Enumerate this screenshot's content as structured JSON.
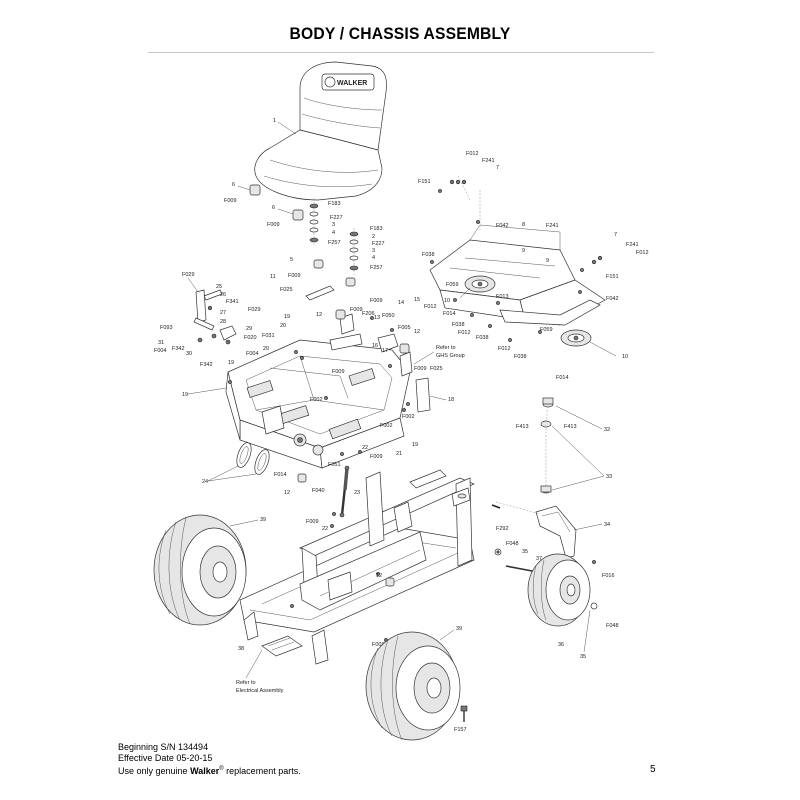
{
  "header": {
    "title": "BODY / CHASSIS ASSEMBLY"
  },
  "seat": {
    "logo_text": "WALKER"
  },
  "callouts": {
    "c1": "1",
    "c6a": "6",
    "f009a": "F009",
    "c6b": "6",
    "f009b": "F009",
    "f183a": "F183",
    "f227a": "F227",
    "c3a": "3",
    "c4a": "4",
    "f257a": "F257",
    "f183b": "F183",
    "c2b": "2",
    "f227b": "F227",
    "c3b": "3",
    "c4b": "4",
    "f257b": "F257",
    "c5": "5",
    "c11": "11",
    "f009c": "F009",
    "f025a": "F025",
    "f009d": "F009",
    "f012a": "F012",
    "f241a": "F241",
    "c7a": "7",
    "f151a": "F151",
    "f042a": "F042",
    "c8": "8",
    "f241b": "F241",
    "f038a": "F038",
    "c9a": "9",
    "c9b": "9",
    "c7b": "7",
    "f241c": "F241",
    "f012b": "F012",
    "f151b": "F151",
    "f042b": "F042",
    "f059a": "F059",
    "c10a": "10",
    "f012c": "F012",
    "f013": "F013",
    "f014a": "F014",
    "f038b": "F038",
    "f012d": "F012",
    "f038c": "F038",
    "f059b": "F059",
    "f012e": "F012",
    "f038d": "F038",
    "c10b": "10",
    "f014b": "F014",
    "f029a": "F029",
    "c25": "25",
    "c26": "26",
    "f341": "F341",
    "c27": "27",
    "c28": "28",
    "f093": "F093",
    "c31": "31",
    "f004a": "F004",
    "f342a": "F342",
    "c30": "30",
    "f029b": "F029",
    "c29": "29",
    "f020": "F020",
    "f004b": "F004",
    "f342b": "F342",
    "f031": "F031",
    "c19a": "19",
    "c20a": "20",
    "c20b": "20",
    "c19b": "19",
    "c19c": "19",
    "c12a": "12",
    "f009e": "F009",
    "f206": "F206",
    "c13": "13",
    "f050": "F050",
    "c14": "14",
    "c15": "15",
    "f005": "F005",
    "c12b": "12",
    "c16": "16",
    "c17": "17",
    "f009f": "F009",
    "refer_ghs_1": "Refer to",
    "refer_ghs_2": "GHS Group",
    "f009g": "F009",
    "f025b": "F025",
    "c18": "18",
    "f002a": "F002",
    "f002b": "F002",
    "f002c": "F002",
    "c19d": "19",
    "c21": "21",
    "c22": "22",
    "f009h": "F009",
    "f051": "F051",
    "c24": "24",
    "f014c": "F014",
    "c12c": "12",
    "f040": "F040",
    "c23": "23",
    "f413a": "F413",
    "f413b": "F413",
    "c32": "32",
    "c33": "33",
    "f292": "F292",
    "c34": "34",
    "f048a": "F048",
    "c35a": "35",
    "c37": "37",
    "f016": "F016",
    "f048b": "F048",
    "c36": "36",
    "c35b": "35",
    "c39a": "39",
    "f009i": "F009",
    "c22b": "22",
    "c12d": "12",
    "c38": "38",
    "c39b": "39",
    "f009j": "F009",
    "refer_elec_1": "Refer to",
    "refer_elec_2": "Electrical Assembly",
    "f157": "F157"
  },
  "footer": {
    "serial": "Beginning S/N 134494",
    "effective": "Effective Date 05-20-15",
    "genuine_prefix": "Use only genuine ",
    "brand": "Walker",
    "reg": "®",
    "genuine_suffix": " replacement parts.",
    "page_number": "5"
  }
}
